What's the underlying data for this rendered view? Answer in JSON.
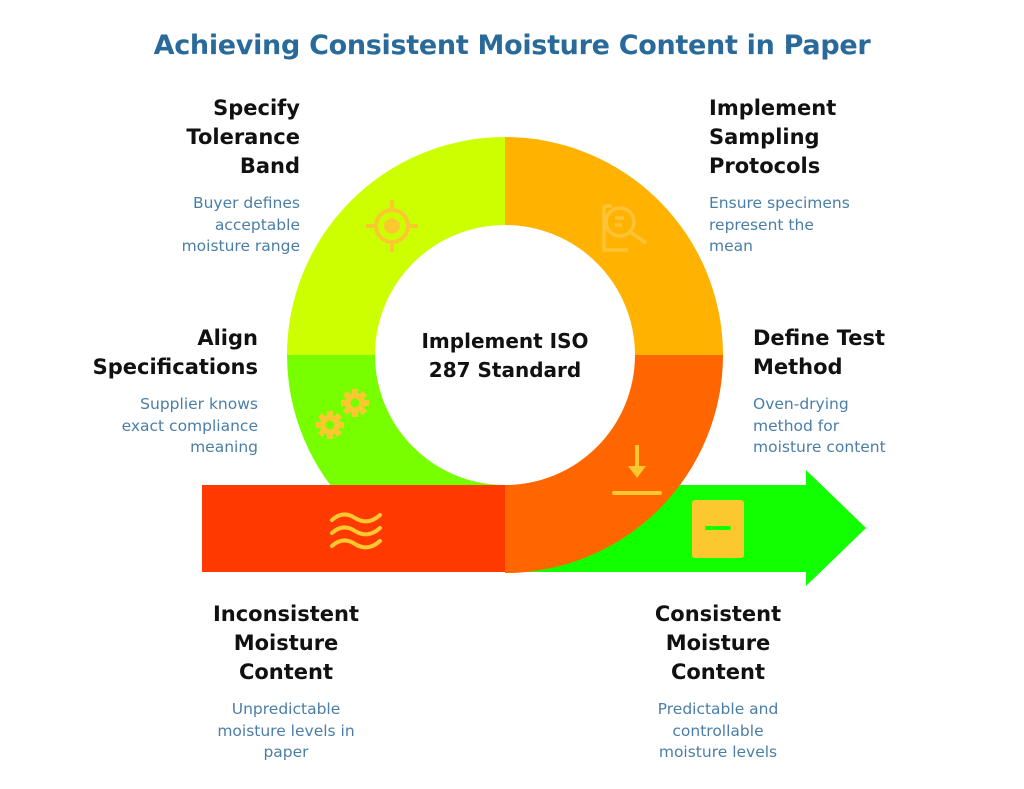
{
  "title": "Achieving Consistent Moisture Content in Paper",
  "center": {
    "label": "Implement ISO\n287 Standard"
  },
  "colors": {
    "title": "#2a6a9a",
    "heading": "#111111",
    "description": "#4a7ea8",
    "quadrant_top_left": "#ccff00",
    "quadrant_top_right": "#ffb300",
    "quadrant_bottom_left": "#77ff00",
    "quadrant_bottom_right": "#ff6600",
    "start_bar": "#ff3a00",
    "end_arrow": "#11ff00",
    "icon": "#fbc830"
  },
  "steps": [
    {
      "id": "specify-tolerance-band",
      "heading": "Specify\nTolerance\nBand",
      "description": "Buyer defines\nacceptable\nmoisture range",
      "icon": "target-icon"
    },
    {
      "id": "implement-sampling-protocols",
      "heading": "Implement\nSampling\nProtocols",
      "description": "Ensure specimens\nrepresent the\nmean",
      "icon": "document-search-icon"
    },
    {
      "id": "align-specifications",
      "heading": "Align\nSpecifications",
      "description": "Supplier knows\nexact compliance\nmeaning",
      "icon": "gears-icon"
    },
    {
      "id": "define-test-method",
      "heading": "Define Test\nMethod",
      "description": "Oven-drying\nmethod for\nmoisture content",
      "icon": "download-icon"
    }
  ],
  "start": {
    "heading": "Inconsistent\nMoisture\nContent",
    "description": "Unpredictable\nmoisture levels in\npaper",
    "icon": "waves-icon"
  },
  "end": {
    "heading": "Consistent\nMoisture\nContent",
    "description": "Predictable and\ncontrollable\nmoisture levels",
    "icon": "minus-box-icon"
  }
}
